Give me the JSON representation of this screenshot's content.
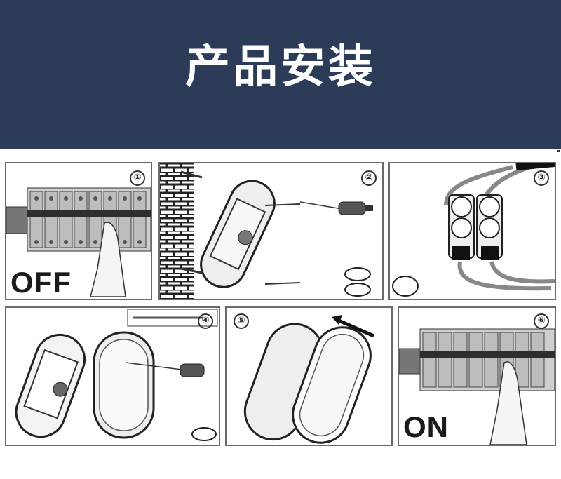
{
  "header": {
    "title": "产品安装",
    "bg_color": "#2b3b58"
  },
  "steps": [
    {
      "number": "①",
      "state_label": "OFF"
    },
    {
      "number": "②"
    },
    {
      "number": "③"
    },
    {
      "number": "④"
    },
    {
      "number": "⑤"
    },
    {
      "number": "⑥",
      "state_label": "ON"
    }
  ]
}
